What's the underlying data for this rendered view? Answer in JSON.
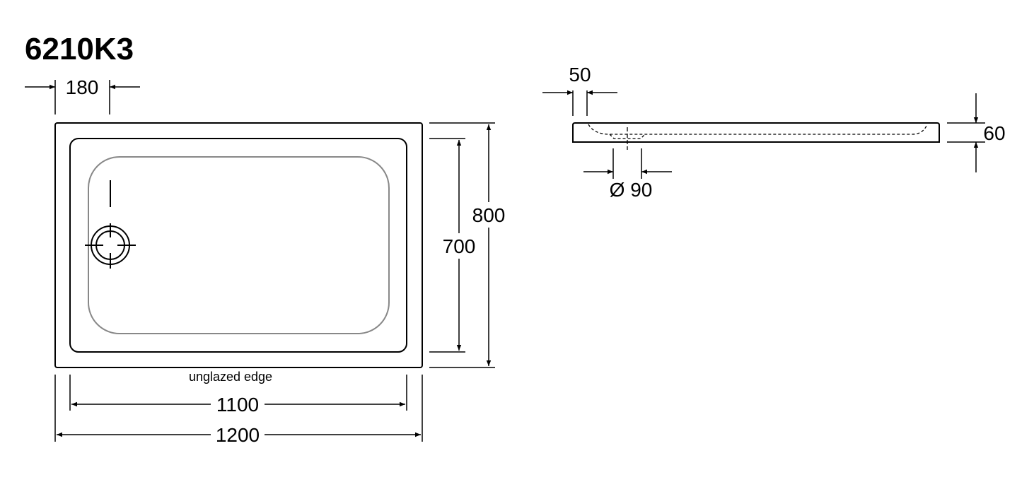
{
  "title": "6210K3",
  "plan_view": {
    "dim_drain_offset": "180",
    "dim_outer_depth": "800",
    "dim_inner_depth": "700",
    "dim_inner_width": "1100",
    "dim_outer_width": "1200",
    "note": "unglazed edge"
  },
  "side_view": {
    "dim_rim": "50",
    "dim_height": "60",
    "dim_drain_diameter": "Ø 90"
  }
}
